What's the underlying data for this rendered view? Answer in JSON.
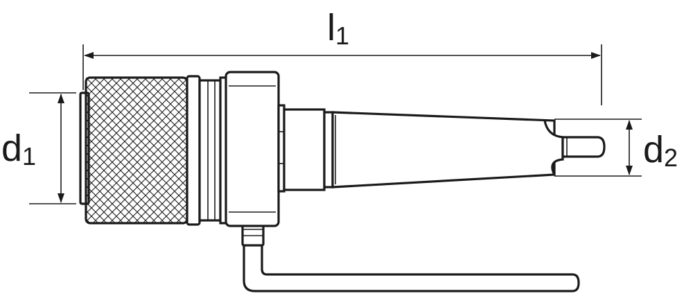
{
  "labels": {
    "l1": {
      "main": "l",
      "sub": "1"
    },
    "d1": {
      "main": "d",
      "sub": "1"
    },
    "d2": {
      "main": "d",
      "sub": "2"
    }
  },
  "colors": {
    "line": "#1a1a1a",
    "background": "#ffffff"
  }
}
